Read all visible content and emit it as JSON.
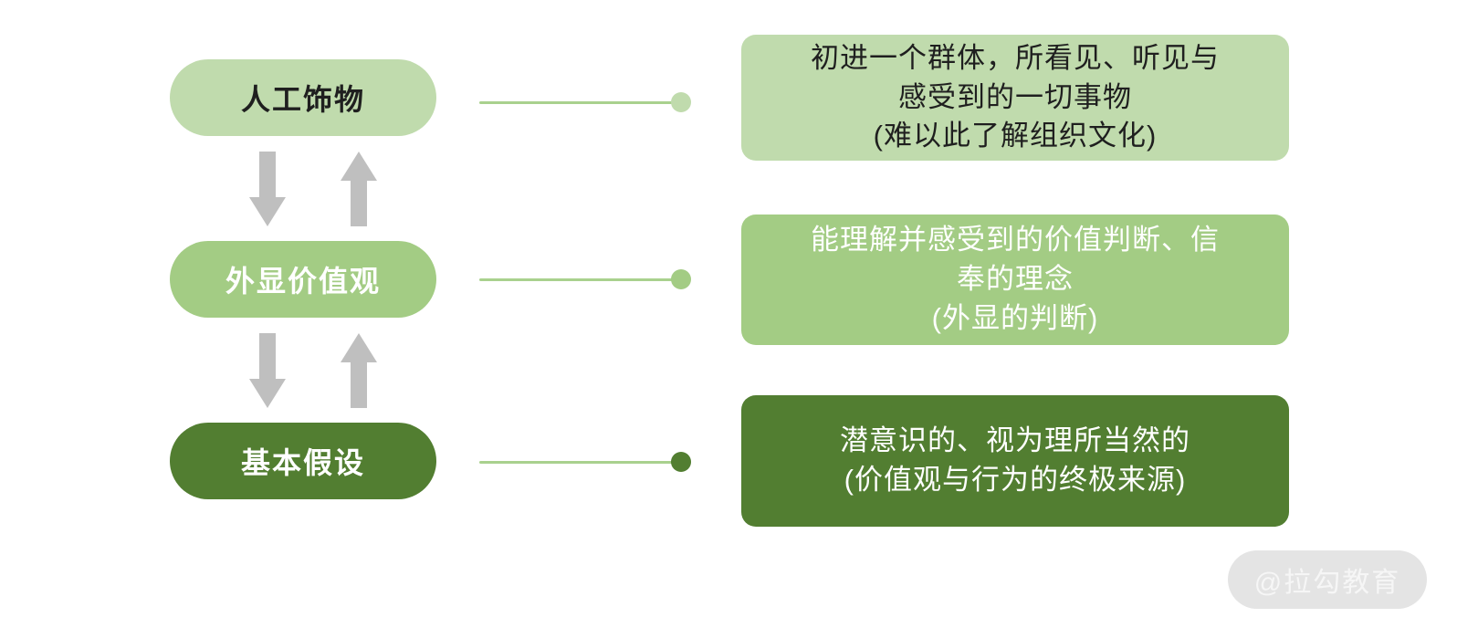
{
  "palette": {
    "light_green": "#c0dbad",
    "medium_green": "#a3cc84",
    "dark_green": "#527e31",
    "line_green": "#a9d18e",
    "arrow_gray": "#bfbfbf",
    "dark_text": "#1f1f1f",
    "white_text": "#ffffff",
    "watermark_bg": "#e4e4e4",
    "watermark_text": "#f6f6f6"
  },
  "diagram": {
    "levels": [
      {
        "label": "人工饰物",
        "desc": [
          "初进一个群体，所看见、听见与",
          "感受到的一切事物",
          "(难以此了解组织文化)"
        ]
      },
      {
        "label": "外显价值观",
        "desc": [
          "能理解并感受到的价值判断、信",
          "奉的理念",
          "(外显的判断)"
        ]
      },
      {
        "label": "基本假设",
        "desc": [
          "潜意识的、视为理所当然的",
          "(价值观与行为的终极来源)"
        ]
      }
    ],
    "watermark": "@拉勾教育"
  }
}
